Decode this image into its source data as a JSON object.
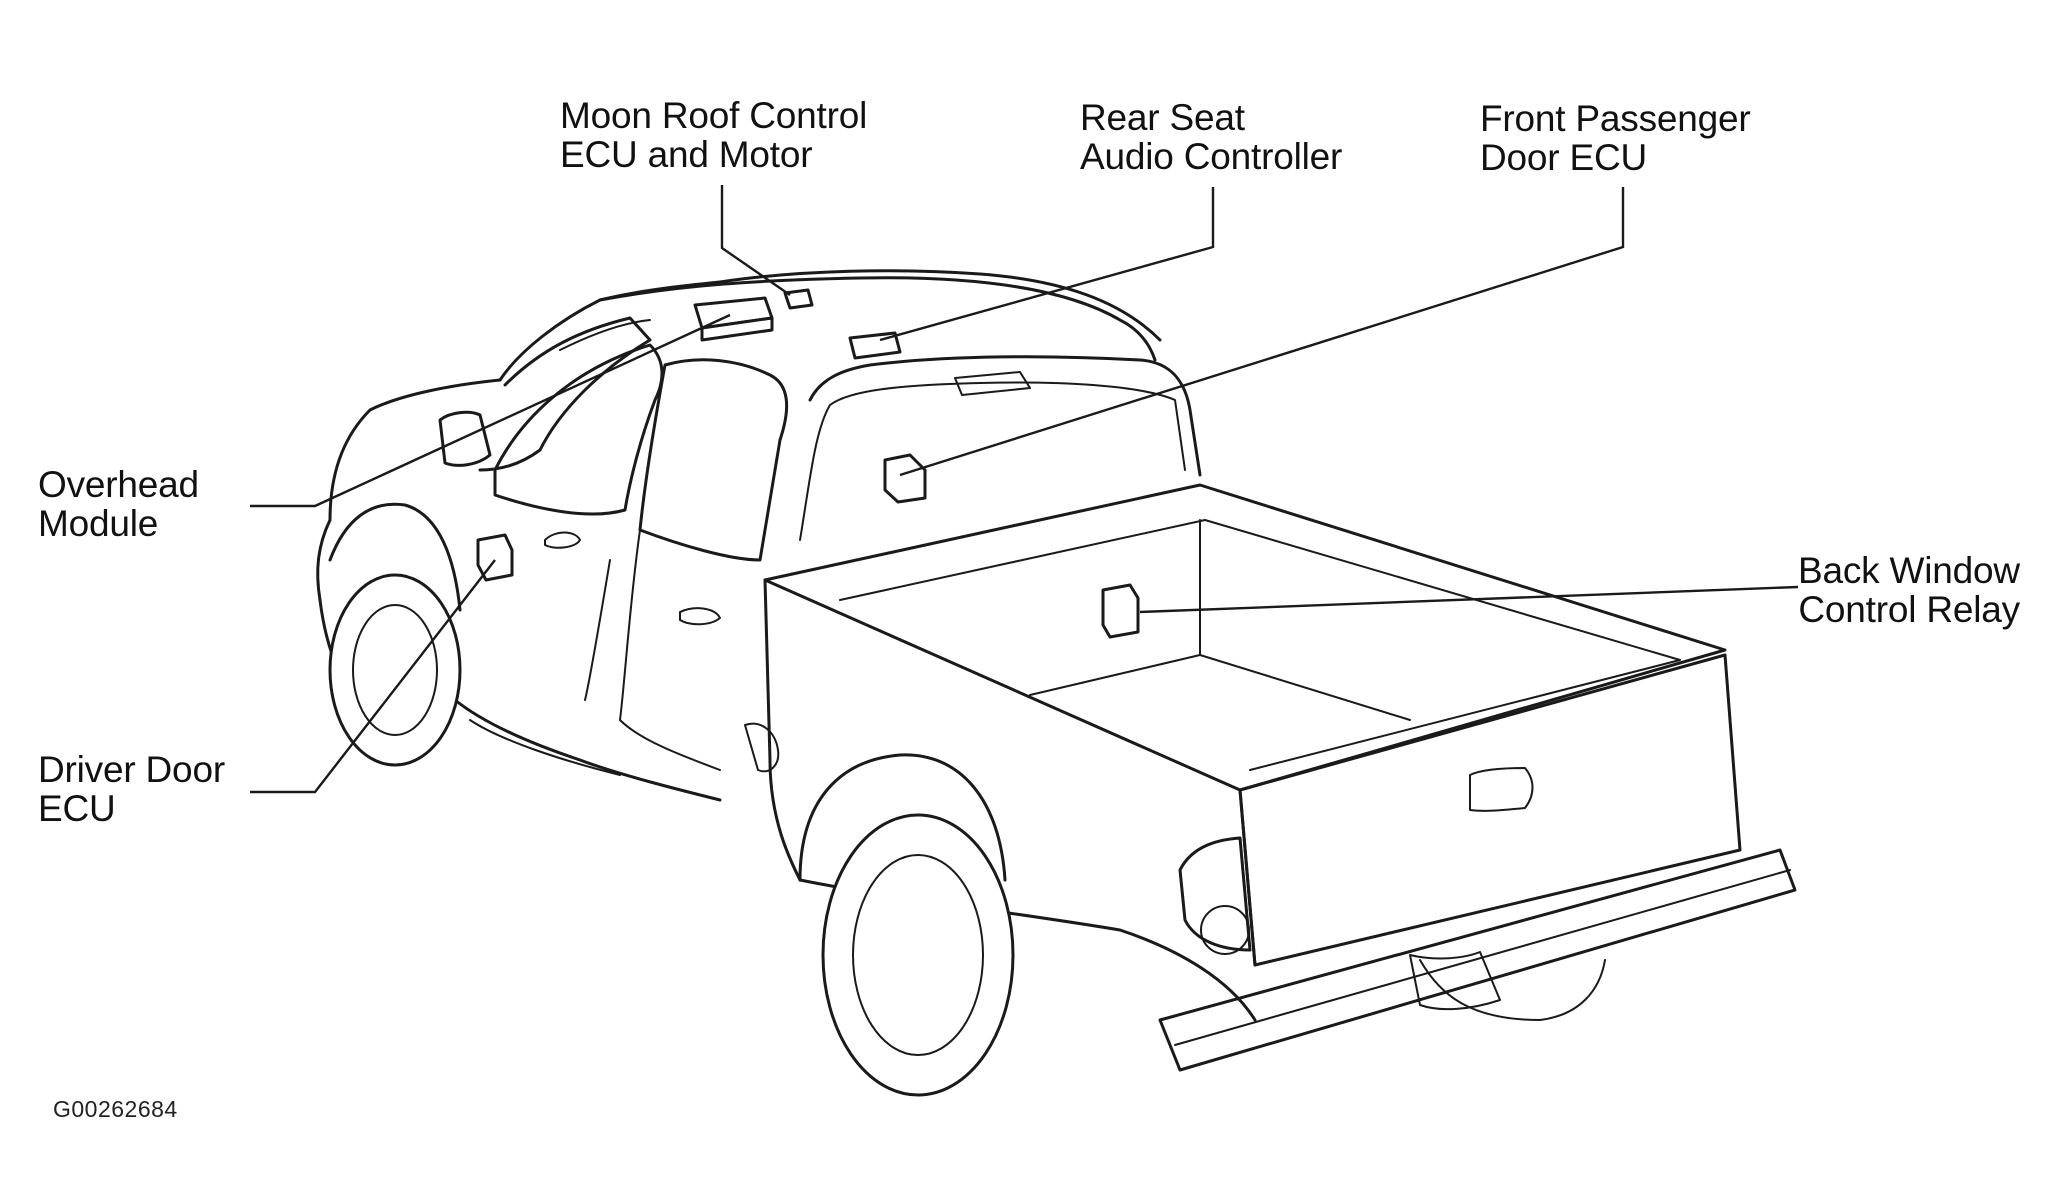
{
  "diagram": {
    "labels": {
      "moon_roof": [
        "Moon Roof Control",
        "ECU and Motor"
      ],
      "rear_seat": [
        "Rear Seat",
        "Audio Controller"
      ],
      "front_passenger": [
        "Front Passenger",
        "Door ECU"
      ],
      "overhead": [
        "Overhead",
        "Module"
      ],
      "back_window": [
        "Back Window",
        "Control Relay"
      ],
      "driver_door": [
        "Driver Door",
        "ECU"
      ]
    },
    "figure_id": "G00262684"
  }
}
